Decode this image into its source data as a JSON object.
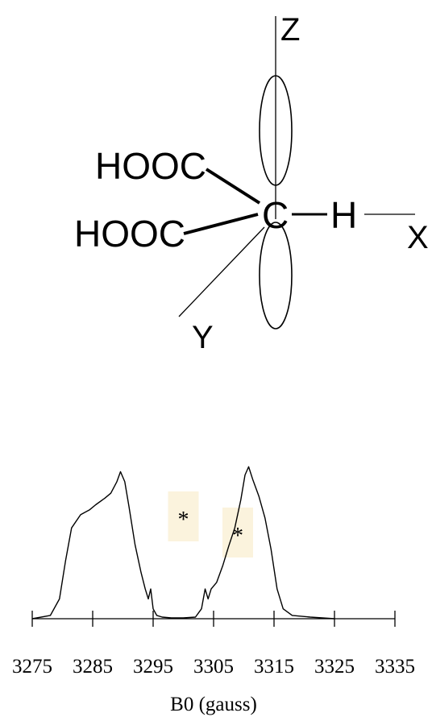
{
  "molecule": {
    "group_top": "HOOC",
    "group_bottom": "HOOC",
    "carbon": "C",
    "hydrogen": "H",
    "axis_z": "Z",
    "axis_x": "X",
    "axis_y": "Y"
  },
  "spectrum": {
    "markers": [
      "*",
      "*"
    ],
    "marker_positions_gauss": [
      3300,
      3309
    ],
    "marker_color": "#fbf3dd"
  },
  "chart_data": {
    "type": "line",
    "xlabel": "B0 (gauss)",
    "xlim": [
      3275,
      3335
    ],
    "xticks": [
      3275,
      3285,
      3295,
      3305,
      3315,
      3325,
      3335
    ],
    "tick_labels": [
      "3275",
      "3285",
      "3295",
      "3305",
      "3315",
      "3325",
      "3335"
    ],
    "ylim": [
      0,
      100
    ],
    "grid": false,
    "series": [
      {
        "x": [
          3275,
          3278,
          3279.5,
          3280.5,
          3281.5,
          3283,
          3284.5,
          3285.5,
          3287,
          3288,
          3289,
          3289.6,
          3290.3,
          3291,
          3292,
          3293,
          3293.7,
          3294.2,
          3294.6,
          3295,
          3295.6,
          3296.5,
          3298,
          3300,
          3302,
          3303,
          3303.6,
          3304.1,
          3304.6,
          3305.5,
          3306.5,
          3307.5,
          3308.5,
          3309.5,
          3310.2,
          3310.8,
          3311.5,
          3312.5,
          3313.5,
          3314.5,
          3315.5,
          3316.5,
          3318,
          3321,
          3325
        ],
        "y": [
          0,
          2,
          12,
          35,
          55,
          63,
          66,
          69,
          73,
          76,
          83,
          89,
          83,
          68,
          45,
          28,
          18,
          12,
          18,
          6,
          2,
          1,
          0.5,
          0.5,
          1,
          6,
          18,
          12,
          18,
          22,
          32,
          44,
          55,
          72,
          87,
          92,
          84,
          74,
          61,
          42,
          18,
          6,
          2,
          1,
          0
        ]
      }
    ]
  }
}
